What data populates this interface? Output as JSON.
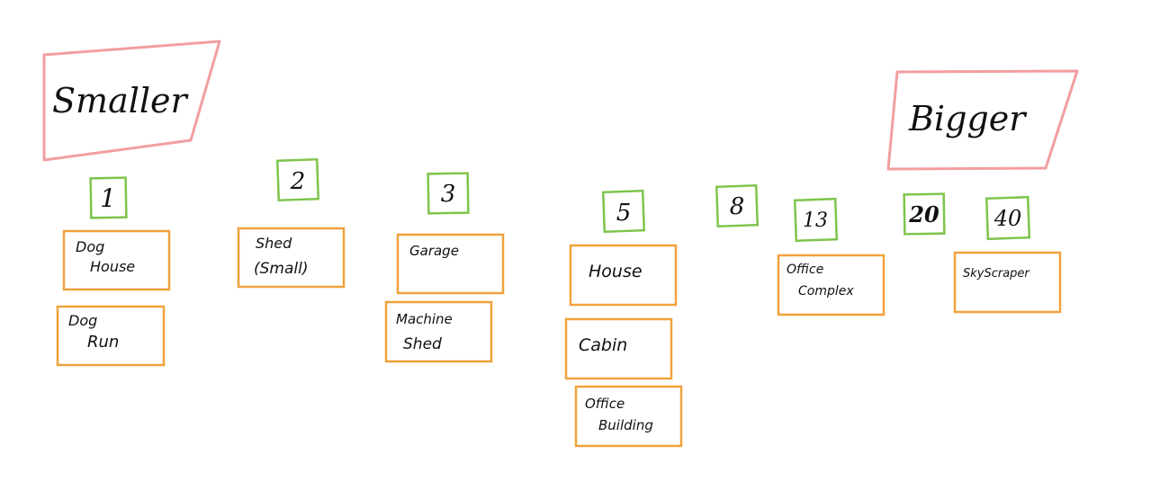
{
  "colors": {
    "pink": "#f29ea0",
    "green": "#7dc44b",
    "orange": "#f0a23c",
    "ink": "#111111"
  },
  "labels": {
    "smaller": "Smaller",
    "bigger": "Bigger"
  },
  "points": [
    "1",
    "2",
    "3",
    "5",
    "8",
    "13",
    "20",
    "40"
  ],
  "cards": {
    "dog_house": [
      "Dog",
      "House"
    ],
    "dog_run": [
      "Dog",
      "Run"
    ],
    "shed_small": [
      "Shed",
      "(Small)"
    ],
    "garage": [
      "Garage"
    ],
    "machine_shed": [
      "Machine",
      "Shed"
    ],
    "house": [
      "House"
    ],
    "cabin": [
      "Cabin"
    ],
    "office_building": [
      "Office",
      "Building"
    ],
    "office_complex": [
      "Office",
      "Complex"
    ],
    "skyscraper": [
      "SkyScraper"
    ]
  }
}
